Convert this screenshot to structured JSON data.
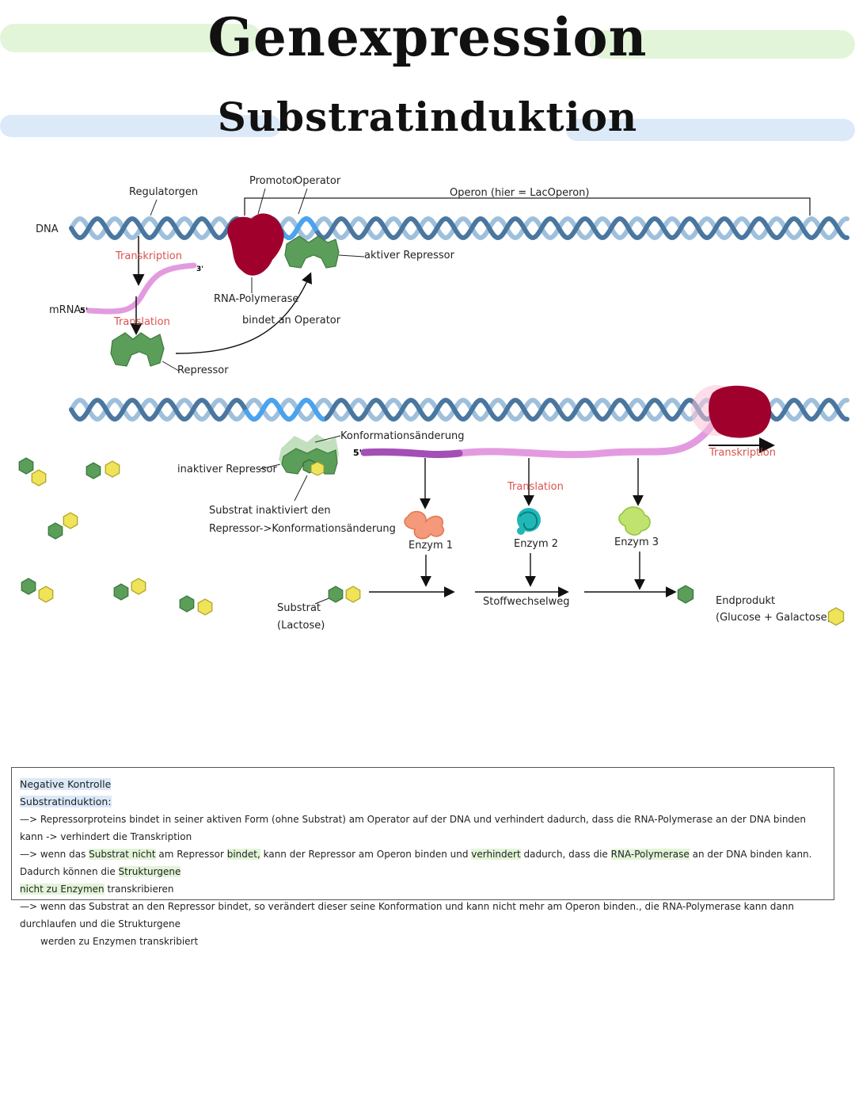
{
  "header": {
    "title": "Genexpression",
    "subtitle": "Substratinduktion"
  },
  "diagram": {
    "top": {
      "dna": "DNA",
      "regulatorgen": "Regulatorgen",
      "promotor": "Promotor",
      "operator": "Operator",
      "operon": "Operon (hier = LacOperon)",
      "transkription": "Transkription",
      "mrna": "mRNA",
      "mrna_5": "5'",
      "mrna_3": "3'",
      "translation": "Translation",
      "repressor": "Repressor",
      "rna_polymerase": "RNA-Polymerase",
      "bindet": "bindet an Operator",
      "aktiver_repressor": "aktiver Repressor"
    },
    "bottom": {
      "konformation": "Konformationsänderung",
      "five_prime": "5'",
      "inaktiver": "inaktiver Repressor",
      "substrat_text_1": "Substrat inaktiviert den",
      "substrat_text_2": "Repressor->Konformationsänderung",
      "translation": "Translation",
      "transkription": "Transkription",
      "enzym1": "Enzym 1",
      "enzym2": "Enzym 2",
      "enzym3": "Enzym 3",
      "substrat": "Substrat",
      "lactose": "(Lactose)",
      "stoffwechselweg": "Stoffwechselweg",
      "endprodukt": "Endprodukt",
      "glucose": "(Glucose + Galactose)"
    },
    "colors": {
      "dna_dark": "#4a77a0",
      "dna_light": "#9fc0dc",
      "operator_blue": "#4aa3ef",
      "polymerase": "#a0002c",
      "repressor": "#5a9e5a",
      "mrna": "#e39be0",
      "mrna_dark": "#a34fb5",
      "hex_green": "#5a9e5a",
      "hex_yellow": "#efe35a"
    }
  },
  "notes": {
    "heading": "Negative Kontrolle",
    "sub": "Substratinduktion:",
    "line1": "—> Repressorproteins bindet in seiner aktiven Form (ohne Substrat) am Operator auf der DNA und verhindert dadurch, dass die RNA-Polymerase an der DNA binden kann -> verhindert die Transkription",
    "line2_a": "—> wenn das ",
    "line2_b": "Substrat nicht",
    "line2_c": " am Repressor ",
    "line2_d": "bindet,",
    "line2_e": " kann der Repressor am Operon binden und ",
    "line2_f": "verhindert",
    "line2_g": " dadurch, dass die ",
    "line2_h": "RNA-Polymerase",
    "line2_i": " an der DNA binden kann. Dadurch können die ",
    "line2_j": "Strukturgene",
    "line2_k": "nicht zu Enzymen",
    "line2_l": " transkribieren",
    "line3": "—> wenn das Substrat an den Repressor bindet, so verändert dieser seine Konformation und kann nicht mehr am Operon binden., die RNA-Polymerase kann dann durchlaufen und die Strukturgene",
    "line3_b": "werden zu Enzymen transkribiert"
  }
}
